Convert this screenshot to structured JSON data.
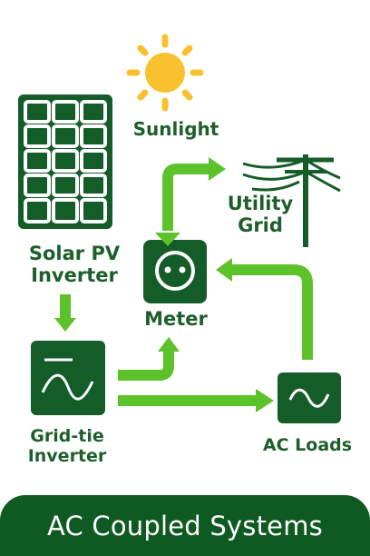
{
  "colors": {
    "dark_green": "#145c28",
    "bright_green": "#5cc22a",
    "sun_yellow": "#f8c12d",
    "banner_green": "#0f5a22"
  },
  "icons": [
    "sun-icon",
    "solar-panel-icon",
    "utility-pole-icon",
    "meter-icon",
    "inverter-icon",
    "ac-load-icon"
  ],
  "nodes": {
    "sunlight": "Sunlight",
    "utility_grid": "Utility\nGrid",
    "solar_pv_inverter": "Solar PV\nInverter",
    "meter": "Meter",
    "grid_tie_inverter": "Grid-tie\nInverter",
    "ac_loads": "AC Loads"
  },
  "banner": {
    "title": "AC Coupled Systems"
  }
}
